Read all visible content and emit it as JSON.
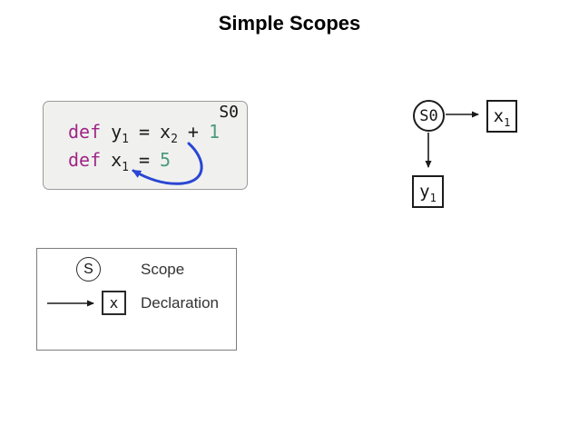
{
  "title": "Simple Scopes",
  "colors": {
    "keyword": "#a02688",
    "number": "#4d9a82",
    "code_text": "#1d1d1d",
    "reference_arrow_blue": "#2a46d4",
    "diagram_stroke": "#1a1a1a",
    "code_box_background": "#f0f1ee"
  },
  "code_box": {
    "scope_label": "S0",
    "lines": [
      {
        "tokens": [
          {
            "text": "def"
          },
          {
            "text": "y",
            "sub": "1"
          },
          {
            "text": "="
          },
          {
            "text": "x",
            "sub": "2"
          },
          {
            "text": "+"
          },
          {
            "text": "1"
          }
        ]
      },
      {
        "tokens": [
          {
            "text": "def"
          },
          {
            "text": "x",
            "sub": "1"
          },
          {
            "text": "="
          },
          {
            "text": "5"
          }
        ]
      }
    ]
  },
  "graph": {
    "scope_node_label": "S0",
    "x_node": {
      "base": "x",
      "sub": "1"
    },
    "y_node": {
      "base": "y",
      "sub": "1"
    }
  },
  "legend": {
    "scope_symbol": "S",
    "scope_label": "Scope",
    "decl_symbol": "x",
    "decl_label": "Declaration"
  }
}
